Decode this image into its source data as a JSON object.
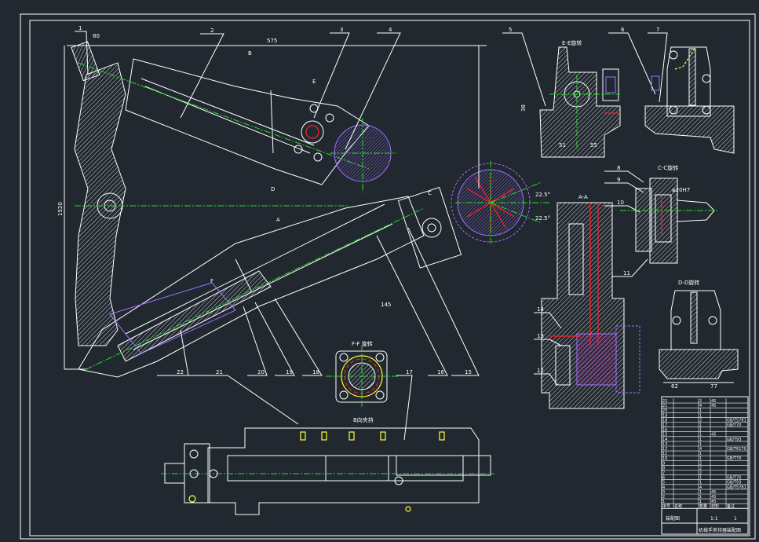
{
  "drawing": {
    "colors": {
      "background": "#212830",
      "line": "#ffffff",
      "center": "#22e022",
      "section": "#ff2020",
      "highlight": "#ffff30",
      "hatch_purple": "#a070ff"
    },
    "views": {
      "ee": "E-E旋转",
      "cc": "C-C旋转",
      "aa": "A-A",
      "dd": "D-D旋转",
      "ff": "F-F 旋转",
      "b": "B向夹持"
    },
    "dimensions": {
      "top_width": "575",
      "height": "1520",
      "angle_top": "22.5°",
      "angle_bottom": "22.5°",
      "bore": "φ20H7",
      "ee_left": "51",
      "ee_right": "55",
      "dd_left": "62",
      "dd_right": "77",
      "top_small": "80",
      "ee_height": "38",
      "lower_len": "145"
    },
    "parts": [
      "1",
      "2",
      "3",
      "4",
      "5",
      "6",
      "7",
      "8",
      "9",
      "10",
      "11",
      "12",
      "13",
      "14",
      "15",
      "16",
      "17",
      "18",
      "19",
      "20",
      "21",
      "22"
    ],
    "view_letters": {
      "a": "A",
      "b": "B",
      "c": "C",
      "d": "D",
      "e": "E",
      "f": "F"
    }
  },
  "title_block": {
    "rows": [
      [
        "22",
        "",
        "2",
        "45",
        ""
      ],
      [
        "21",
        "",
        "4",
        "45",
        ""
      ],
      [
        "20",
        "",
        "1",
        "",
        ""
      ],
      [
        "19",
        "",
        "1",
        "",
        ""
      ],
      [
        "18",
        "",
        "2",
        "",
        "GB/T5781"
      ],
      [
        "17",
        "",
        "1",
        "",
        "GB/T70"
      ],
      [
        "16",
        "",
        "1",
        "",
        ""
      ],
      [
        "15",
        "",
        "1",
        "45",
        ""
      ],
      [
        "14",
        "",
        "1",
        "",
        "GB/T93"
      ],
      [
        "13",
        "",
        "1",
        "",
        ""
      ],
      [
        "12",
        "",
        "4",
        "",
        "GB/T6170"
      ],
      [
        "11",
        "",
        "1",
        "",
        ""
      ],
      [
        "10",
        "",
        "1",
        "",
        "GB/T70"
      ],
      [
        "9",
        "",
        "2",
        "",
        ""
      ],
      [
        "8",
        "",
        "2",
        "",
        ""
      ],
      [
        "7",
        "",
        "2",
        "",
        ""
      ],
      [
        "6",
        "",
        "1",
        "",
        "GB/T70"
      ],
      [
        "5",
        "",
        "1",
        "",
        "GB/T93"
      ],
      [
        "4",
        "",
        "4",
        "",
        "GB/T5781"
      ],
      [
        "3",
        "",
        "1",
        "45",
        ""
      ],
      [
        "2",
        "",
        "1",
        "45",
        ""
      ],
      [
        "1",
        "",
        "1",
        "45",
        ""
      ]
    ],
    "headers": [
      "序号",
      "名称",
      "数量",
      "材料",
      "备注"
    ],
    "name": "装配图",
    "ratio": "1:1",
    "sheet": "1",
    "drawing_title": "机械手夹持器装配图"
  }
}
